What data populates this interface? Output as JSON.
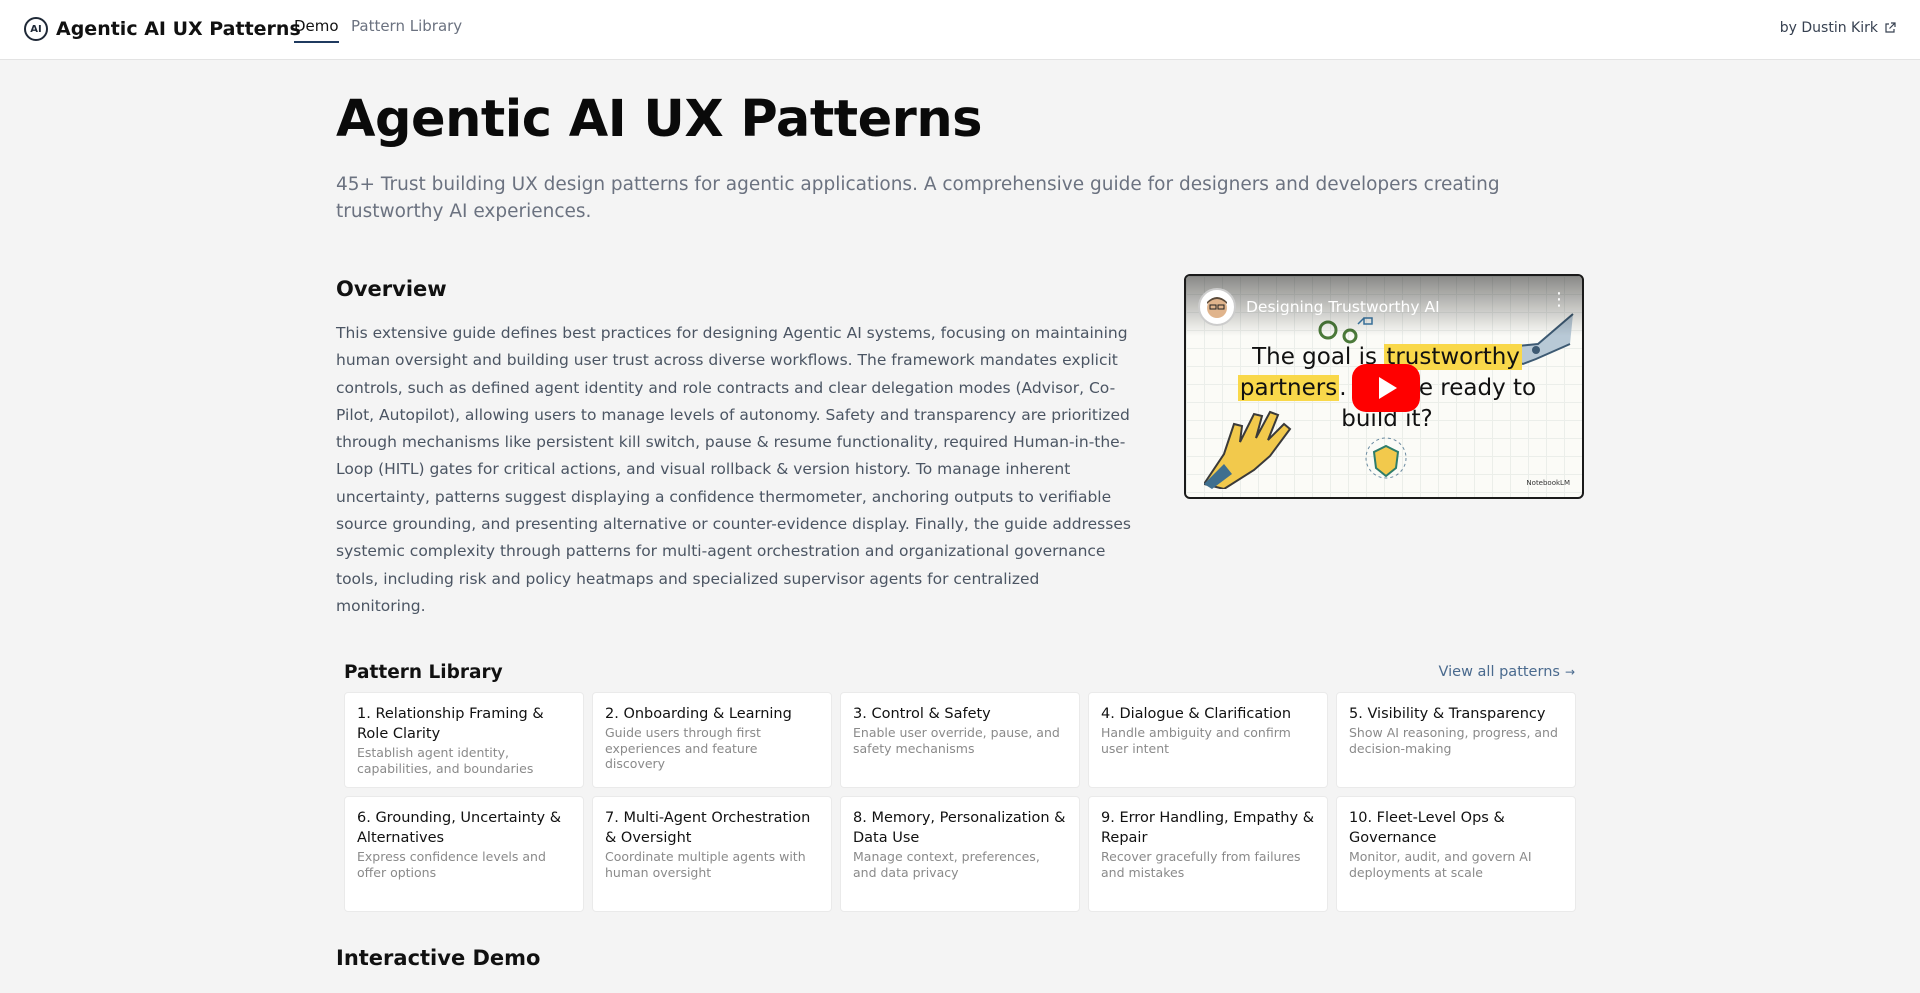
{
  "nav": {
    "logo_text": "AI",
    "app_title": "Agentic AI UX Patterns",
    "tabs": [
      {
        "label": "Demo",
        "active": true
      },
      {
        "label": "Pattern Library",
        "active": false
      }
    ],
    "author_link": "by Dustin Kirk",
    "author_icon": "external-link-icon"
  },
  "hero": {
    "title": "Agentic AI UX Patterns",
    "subtitle": "45+ Trust building UX design patterns for agentic applications. A comprehensive guide for designers and developers creating trustworthy AI experiences."
  },
  "overview": {
    "heading": "Overview",
    "body": "This extensive guide defines best practices for designing Agentic AI systems, focusing on maintaining human oversight and building user trust across diverse workflows. The framework mandates explicit controls, such as defined agent identity and role contracts and clear delegation modes (Advisor, Co-Pilot, Autopilot), allowing users to manage levels of autonomy. Safety and transparency are prioritized through mechanisms like persistent kill switch, pause & resume functionality, required Human-in-the-Loop (HITL) gates for critical actions, and visual rollback & version history. To manage inherent uncertainty, patterns suggest displaying a confidence thermometer, anchoring outputs to verifiable source grounding, and presenting alternative or counter-evidence display. Finally, the guide addresses systemic complexity through patterns for multi-agent orchestration and organizational governance tools, including risk and policy heatmaps and specialized supervisor agents for centralized monitoring."
  },
  "video": {
    "title": "Designing Trustworthy AI",
    "headline_1": "The goal is ",
    "headline_hl1": "trustworthy",
    "headline_hl2": "partners",
    "headline_2": ". Are we ready to build it?",
    "brand": "NotebookLM",
    "play_icon": "youtube-play-icon",
    "accent_color": "#ff0000",
    "highlight_color": "#f9d84a"
  },
  "pattern_library": {
    "heading": "Pattern Library",
    "view_all": "View all patterns",
    "view_all_icon": "arrow-right-icon",
    "cards": [
      {
        "title": "1. Relationship Framing & Role Clarity",
        "desc": "Establish agent identity, capabilities, and boundaries"
      },
      {
        "title": "2. Onboarding & Learning",
        "desc": "Guide users through first experiences and feature discovery"
      },
      {
        "title": "3. Control & Safety",
        "desc": "Enable user override, pause, and safety mechanisms"
      },
      {
        "title": "4. Dialogue & Clarification",
        "desc": "Handle ambiguity and confirm user intent"
      },
      {
        "title": "5. Visibility & Transparency",
        "desc": "Show AI reasoning, progress, and decision-making"
      },
      {
        "title": "6. Grounding, Uncertainty & Alternatives",
        "desc": "Express confidence levels and offer options"
      },
      {
        "title": "7. Multi-Agent Orchestration & Oversight",
        "desc": "Coordinate multiple agents with human oversight"
      },
      {
        "title": "8. Memory, Personalization & Data Use",
        "desc": "Manage context, preferences, and data privacy"
      },
      {
        "title": "9. Error Handling, Empathy & Repair",
        "desc": "Recover gracefully from failures and mistakes"
      },
      {
        "title": "10. Fleet-Level Ops & Governance",
        "desc": "Monitor, audit, and govern AI deployments at scale"
      }
    ]
  },
  "demo": {
    "heading": "Interactive Demo"
  }
}
